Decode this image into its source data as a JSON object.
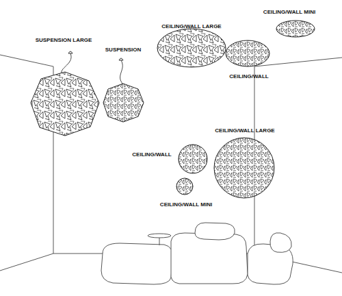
{
  "diagram": {
    "labels": [
      "CEILING/WALL MINI",
      "CEILING/WALL LARGE",
      "SUSPENSION LARGE",
      "SUSPENSION",
      "CEILING/WALL",
      "CEILING/WALL LARGE",
      "CEILING/WALL",
      "CEILING/WALL MINI"
    ]
  }
}
